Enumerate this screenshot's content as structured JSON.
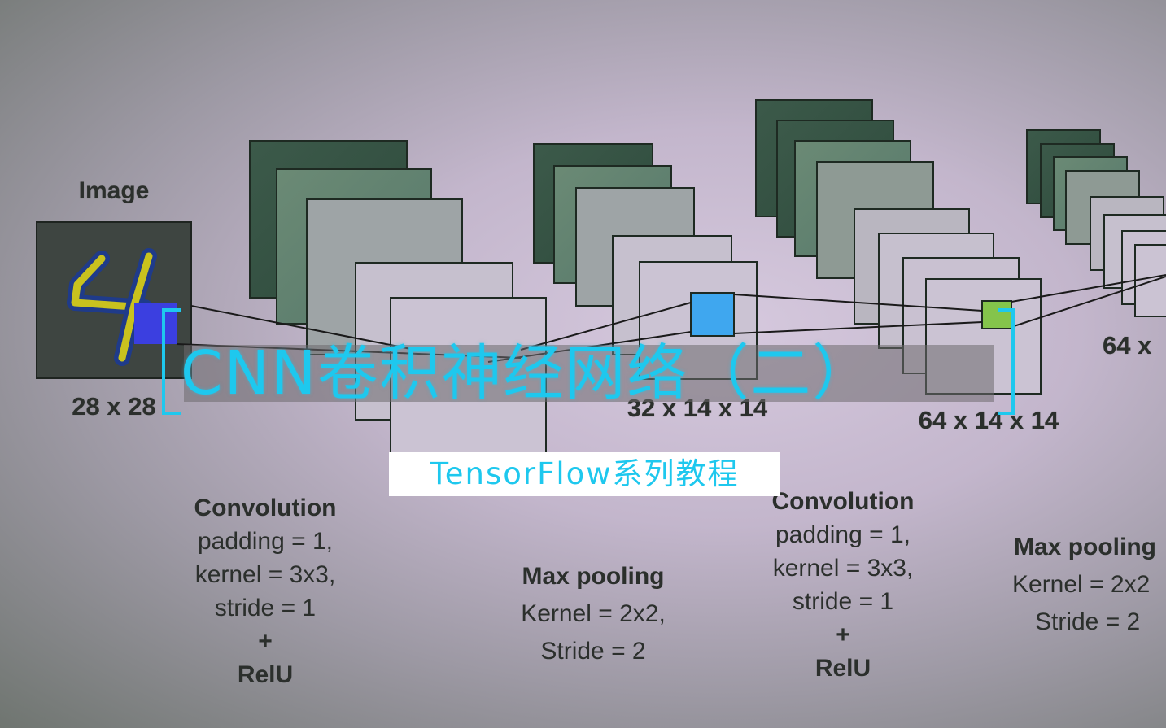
{
  "labels": {
    "image_title": "Image",
    "dim_1": "28 x 28",
    "dim_2": "32 x 14 x 14",
    "dim_3": "64 x 14 x 14",
    "dim_4": "64 x"
  },
  "stages": [
    {
      "heading": "Convolution",
      "lines": [
        "padding = 1,",
        "kernel = 3x3,",
        "stride = 1",
        "+",
        "RelU"
      ]
    },
    {
      "heading": "Max pooling",
      "lines": [
        "Kernel = 2x2,",
        "Stride = 2"
      ]
    },
    {
      "heading": "Convolution",
      "lines": [
        "padding = 1,",
        "kernel = 3x3,",
        "stride = 1",
        "+",
        "RelU"
      ]
    },
    {
      "heading": "Max pooling",
      "lines": [
        "Kernel = 2x2",
        "Stride = 2"
      ]
    }
  ],
  "overlay": {
    "title": "CNN卷积神经网络（二）",
    "subtitle": "TensorFlow系列教程"
  },
  "colors": {
    "accent": "#1ec8ee",
    "kernel_blue": "#3fa7ef",
    "kernel_green": "#84c44b",
    "input_kernel": "#3b3fe0"
  }
}
